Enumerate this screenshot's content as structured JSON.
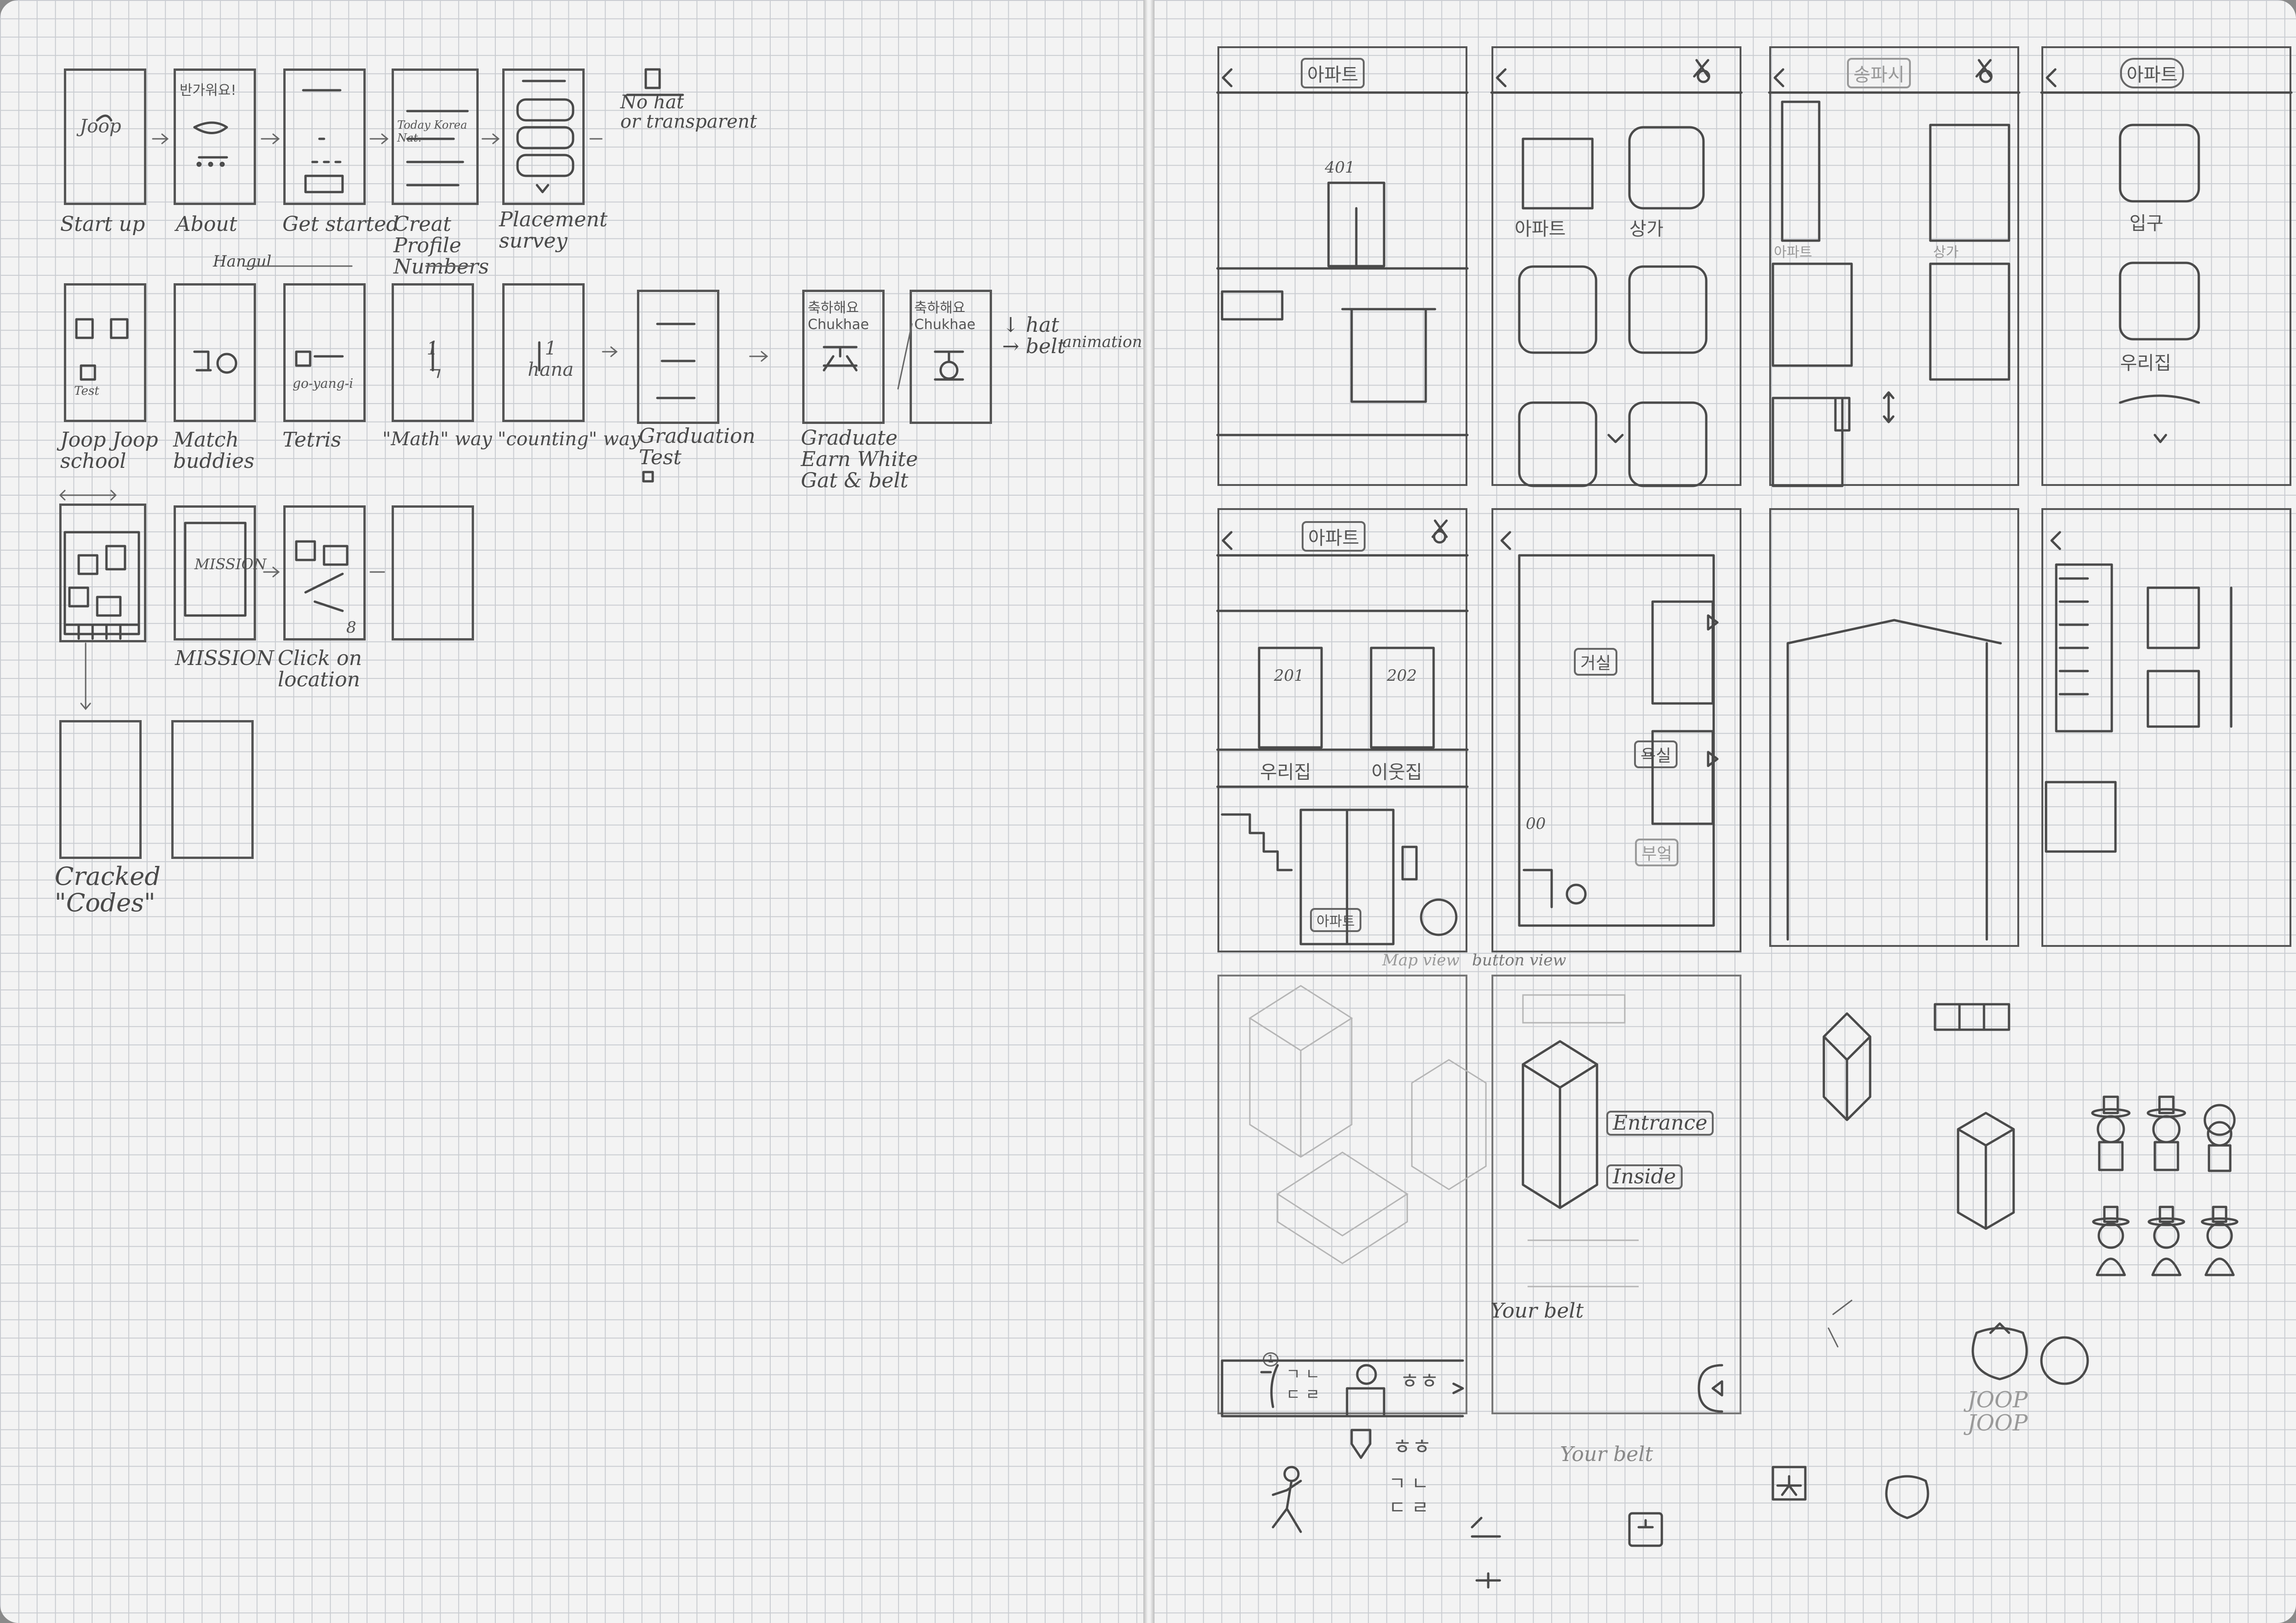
{
  "left_page": {
    "row1": [
      {
        "caption": "Start up",
        "screen_text": "Joop"
      },
      {
        "caption": "About",
        "screen_text": "반가워요!"
      },
      {
        "caption": "Get started",
        "screen_text": ""
      },
      {
        "caption": "Creat\nProfile\nNumbers",
        "screen_text": "Today Korea\nNat."
      },
      {
        "caption": "Placement\nsurvey",
        "screen_text": ""
      }
    ],
    "row1_note": "No hat\nor transparent",
    "row2_group": "Hangul",
    "row2": [
      {
        "caption": "Joop Joop\nschool",
        "screen_text": "Test"
      },
      {
        "caption": "Match\nbuddies",
        "screen_text": ""
      },
      {
        "caption": "Tetris",
        "screen_text": "go-yang-i"
      },
      {
        "caption": "\"Math\" way",
        "screen_text": "1\nㄱ"
      },
      {
        "caption": "\"counting\" way",
        "screen_text": "1\nhana"
      },
      {
        "caption": "Graduation\nTest",
        "screen_text": ""
      },
      {
        "caption": "Graduate\nEarn White\nGat & belt",
        "screen_text": "축하해요\nChukhae"
      },
      {
        "caption": "",
        "screen_text": "축하해요\nChukhae"
      }
    ],
    "row2_note": "↓ hat\n→ belt",
    "row2_note_side": "animation",
    "row3": [
      {
        "caption": "",
        "screen_text": ""
      },
      {
        "caption": "MISSION",
        "screen_text": "MISSION"
      },
      {
        "caption": "Click on\nlocation",
        "screen_text": "8"
      },
      {
        "caption": "",
        "screen_text": ""
      }
    ],
    "row4": [
      {
        "caption": "Cracked\n\"Codes\""
      },
      {
        "caption": ""
      }
    ]
  },
  "right_page": {
    "row1": [
      {
        "title": "아파트",
        "labels": [
          "401"
        ]
      },
      {
        "title": "",
        "labels": [
          "아파트",
          "상가"
        ]
      },
      {
        "title": "송파시",
        "labels": [
          "아파트",
          "상가"
        ]
      },
      {
        "title": "아파트",
        "labels": [
          "입구",
          "우리집"
        ]
      }
    ],
    "row2": [
      {
        "title": "아파트",
        "labels": [
          "201",
          "202",
          "우리집",
          "이웃집",
          "아파트"
        ]
      },
      {
        "title": "",
        "labels": [
          "거실",
          "욕실",
          "부엌",
          "00"
        ]
      },
      {
        "title": "",
        "labels": []
      },
      {
        "title": "",
        "labels": []
      }
    ],
    "notes": {
      "map_view": "Map view",
      "button_view": "button view",
      "entrance": "Entrance",
      "inside": "Inside",
      "your_belt_1": "Your belt",
      "your_belt_2": "Your belt",
      "joop_joop": "JOOP\nJOOP",
      "hangul_sample": "ㄱ ㄴ\nㄷ ㄹ",
      "hangul_sample_2": "ㅎㅎ",
      "badge": "1"
    }
  },
  "colors": {
    "paper": "#f3f3f3",
    "grid": "#c9ccd1",
    "pencil": "#4a4a4a"
  }
}
